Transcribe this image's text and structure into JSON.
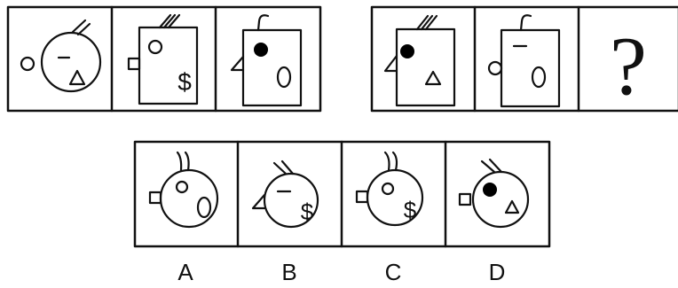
{
  "option_labels": {
    "a": "A",
    "b": "B",
    "c": "C",
    "d": "D"
  },
  "question_mark": "?",
  "symbol_text": {
    "dollar": "$"
  },
  "colors": {
    "line": "#111111",
    "fill_black": "#000000",
    "background": "#ffffff"
  },
  "panels": {
    "sequence_1": [
      {
        "body": "circle",
        "side_mark": "small-circle",
        "top_strokes": 2,
        "marks": [
          "dash",
          "triangle"
        ]
      },
      {
        "body": "rectangle",
        "side_mark": "small-square",
        "top_strokes": 3,
        "marks": [
          "small-circle",
          "dollar"
        ]
      },
      {
        "body": "rectangle",
        "side_mark": "angle-triangle",
        "top_strokes": 1,
        "marks": [
          "black-dot",
          "ellipse"
        ]
      }
    ],
    "sequence_2": [
      {
        "body": "rectangle",
        "side_mark": "angle-triangle",
        "top_strokes": 3,
        "marks": [
          "black-dot",
          "triangle"
        ]
      },
      {
        "body": "rectangle",
        "side_mark": "small-circle",
        "top_strokes": 1,
        "marks": [
          "dash",
          "ellipse"
        ]
      },
      {
        "body": "unknown"
      }
    ],
    "options": [
      {
        "body": "circle",
        "side_mark": "small-square",
        "top_strokes": 2,
        "marks": [
          "small-circle",
          "ellipse"
        ]
      },
      {
        "body": "circle",
        "side_mark": "angle-triangle",
        "top_strokes": 2,
        "marks": [
          "dash",
          "dollar"
        ]
      },
      {
        "body": "circle",
        "side_mark": "small-square",
        "top_strokes": 2,
        "marks": [
          "small-circle",
          "dollar"
        ]
      },
      {
        "body": "circle",
        "side_mark": "small-square",
        "top_strokes": 2,
        "marks": [
          "black-dot",
          "triangle"
        ]
      }
    ]
  }
}
